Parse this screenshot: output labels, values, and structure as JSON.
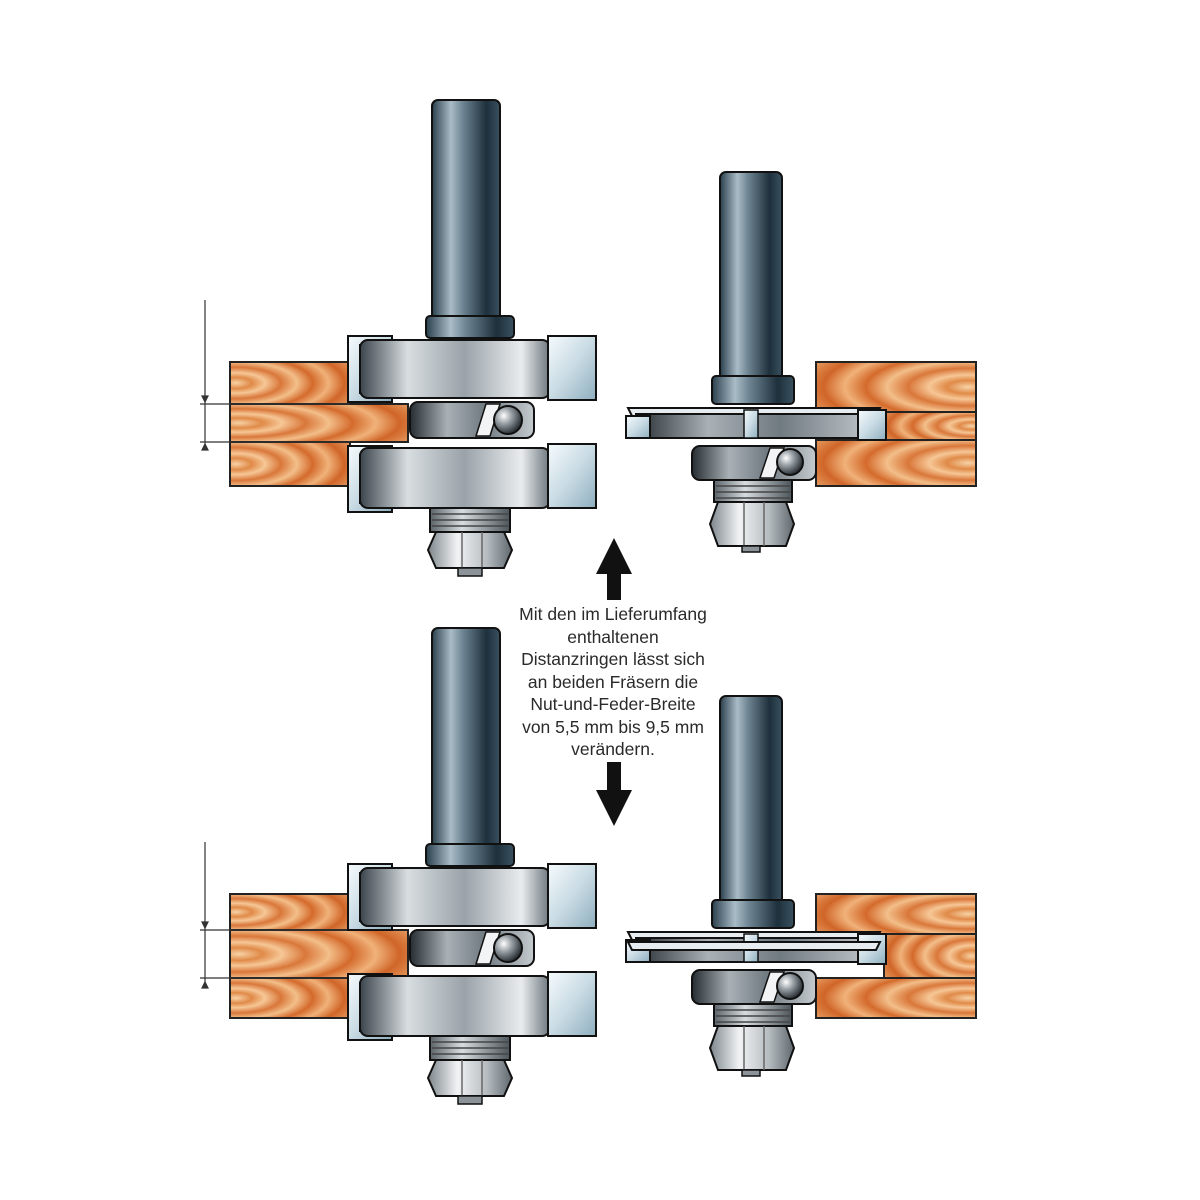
{
  "caption": {
    "lines": [
      "Mit den im Lieferumfang",
      "enthaltenen",
      "Distanzringen lässt sich",
      "an beiden Fräsern die",
      "Nut-und-Feder-Breite",
      "von 5,5 mm bis 9,5 mm",
      "verändern."
    ]
  },
  "arrows": {
    "up": "arrow-up-icon",
    "down": "arrow-down-icon"
  },
  "colors": {
    "wood_light": "#f4bf8a",
    "wood_dark": "#d56a2c",
    "steel_light": "#e8ecef",
    "steel_mid": "#8f989f",
    "steel_dark": "#2f3a42",
    "carbide_light": "#f2f8fb",
    "carbide_mid": "#a8c2d0",
    "shank_light": "#9bb0bd",
    "shank_dark": "#1f3441",
    "outline": "#1a1a1a"
  }
}
